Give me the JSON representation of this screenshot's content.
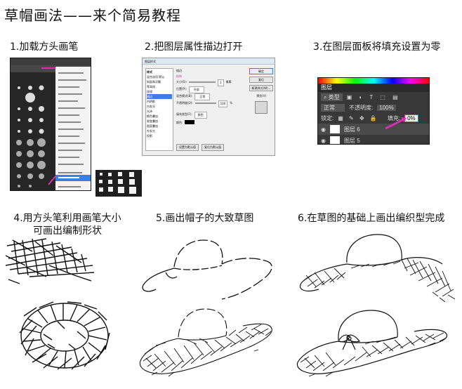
{
  "title": "草帽画法——来个简易教程",
  "steps": [
    {
      "caption": "1.加载方头画笔"
    },
    {
      "caption": "2.把图层属性描边打开"
    },
    {
      "caption": "3.在图层面板将填充设置为零"
    },
    {
      "caption_line1": "4.用方头笔利用画笔大小",
      "caption_line2": "可画出编制形状"
    },
    {
      "caption": "5.画出帽子的大致草图"
    },
    {
      "caption": "6.在草图的基础上画出编织型完成"
    }
  ],
  "step2_dialog": {
    "window_title": "图层样式",
    "left_header": "样式",
    "left_items": [
      "混合选项:默认",
      "斜面和浮雕",
      "等高线",
      "纹理",
      "描边",
      "内阴影",
      "内发光",
      "光泽",
      "颜色叠加",
      "渐变叠加",
      "图案叠加",
      "外发光",
      "投影"
    ],
    "section_label": "描边",
    "structure_label": "结构",
    "size_label": "大小(S):",
    "size_value": "3",
    "size_unit": "像素",
    "position_label": "位置(P):",
    "position_value": "外部",
    "blend_label": "混合模式(B):",
    "blend_value": "正常",
    "opacity_label": "不透明度(O):",
    "opacity_value": "100",
    "opacity_unit": "%",
    "fill_type_label": "填充类型(F):",
    "fill_type_value": "颜色",
    "color_label": "颜色:",
    "buttons": [
      "确定",
      "复位",
      "新建样式(W)...",
      "预览(V)"
    ],
    "bottom_buttons": [
      "设置为默认值",
      "复位为默认值"
    ]
  },
  "step3_layers": {
    "tab": "图层",
    "kind_filter": "类型",
    "blend_mode": "正常",
    "opacity_label": "不透明度:",
    "opacity_value": "100%",
    "lock_label": "锁定:",
    "fill_label": "填充:",
    "fill_value": "0%",
    "layers": [
      "图层 6",
      "图层 5"
    ]
  },
  "colors": {
    "highlight": "#d62fb0",
    "ps_dark": "#2b2b2b",
    "dialog_bg": "#f0f0f0"
  }
}
